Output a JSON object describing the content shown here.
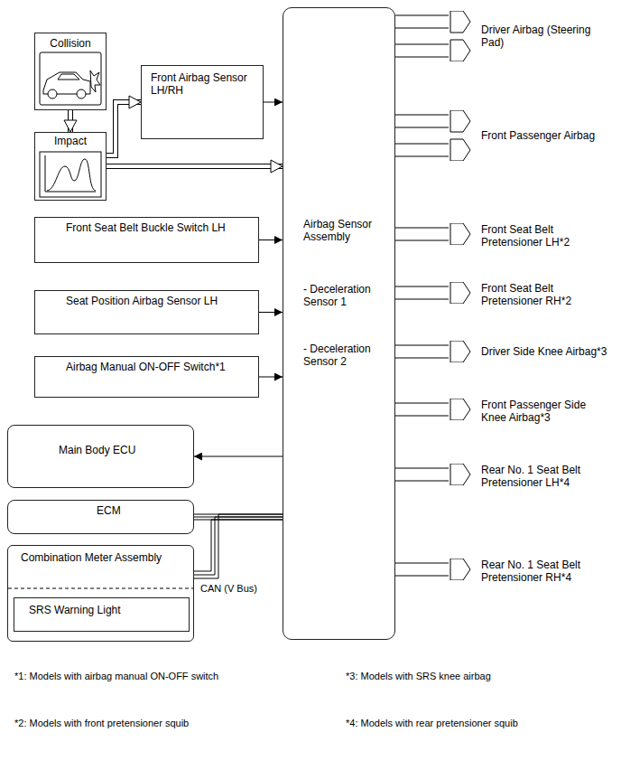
{
  "diagram": {
    "nodes": [
      {
        "text": [
          "Collision"
        ]
      },
      {
        "text": [
          "Impact"
        ]
      },
      {
        "text": [
          "Front Airbag Sensor LH/RH"
        ]
      },
      {
        "text": [
          "Front Seat Belt Buckle Switch LH"
        ]
      },
      {
        "text": [
          "Seat Position Airbag Sensor LH"
        ]
      },
      {
        "text": [
          "Airbag Manual ON-OFF Switch*1"
        ]
      },
      {
        "text": [
          "Main Body ECU"
        ]
      },
      {
        "text": [
          "ECM"
        ]
      },
      {
        "text": [
          "Combination Meter Assembly"
        ]
      },
      {
        "text": [
          "SRS Warning Light"
        ],
        "in": 8
      },
      {
        "text": [
          "Airbag Sensor Assembly",
          "- Deceleration Sensor 1",
          "- Deceleration Sensor 2"
        ]
      },
      {
        "text": [
          "Driver Airbag (Steering Pad)"
        ]
      },
      {
        "text": [
          "Front Passenger Airbag"
        ]
      },
      {
        "text": [
          "Front Seat Belt Pretensioner LH*2"
        ]
      },
      {
        "text": [
          "Front Seat Belt Pretensioner RH*2"
        ]
      },
      {
        "text": [
          "Driver Side Knee Airbag*3"
        ]
      },
      {
        "text": [
          "Front Passenger Side Knee Airbag*3"
        ]
      },
      {
        "text": [
          "Rear No. 1 Seat Belt Pretensioner LH*4"
        ]
      },
      {
        "text": [
          "Rear No. 1 Seat Belt Pretensioner RH*4"
        ]
      }
    ],
    "edges": [
      {
        "from": 0,
        "to": 1,
        "arrow": "to"
      },
      {
        "from": 1,
        "to": 2,
        "arrow": "to"
      },
      {
        "from": 1,
        "to": 10,
        "arrow": "to"
      },
      {
        "from": 2,
        "to": 10,
        "arrow": "to"
      },
      {
        "from": 3,
        "to": 10,
        "arrow": "to"
      },
      {
        "from": 4,
        "to": 10,
        "arrow": "to"
      },
      {
        "from": 5,
        "to": 10,
        "arrow": "to"
      },
      {
        "from": 10,
        "to": 6,
        "arrow": "to"
      },
      {
        "from": 7,
        "to": 10,
        "arrow": "none"
      },
      {
        "from": 8,
        "to": 10,
        "arrow": "none"
      },
      {
        "from": 10,
        "to": 11,
        "arrow": "none"
      },
      {
        "from": 10,
        "to": 12,
        "arrow": "none"
      },
      {
        "from": 10,
        "to": 13,
        "arrow": "none"
      },
      {
        "from": 10,
        "to": 14,
        "arrow": "none"
      },
      {
        "from": 10,
        "to": 15,
        "arrow": "none"
      },
      {
        "from": 10,
        "to": 16,
        "arrow": "none"
      },
      {
        "from": 10,
        "to": 17,
        "arrow": "none"
      },
      {
        "from": 10,
        "to": 18,
        "arrow": "none"
      }
    ],
    "labels": [
      "CAN (V Bus)",
      "*1: Models with airbag manual ON-OFF switch",
      "*3: Models with SRS knee airbag",
      "*2: Models with front pretensioner squib",
      "*4: Models with rear pretensioner squib"
    ]
  }
}
